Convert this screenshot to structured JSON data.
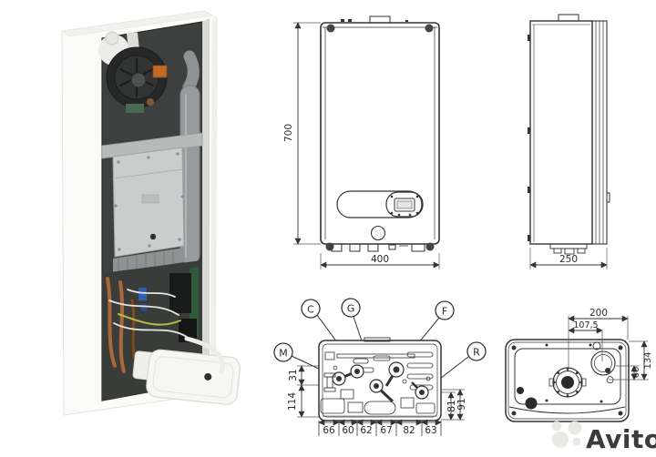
{
  "watermark": {
    "brand": "Avito",
    "color": "#e7e7e3"
  },
  "palette": {
    "line": "#333333",
    "background": "#ffffff"
  },
  "views": {
    "front": {
      "dims": {
        "height": "700",
        "width": "400"
      }
    },
    "side": {
      "dims": {
        "depth": "250"
      }
    },
    "bottom": {
      "labels": {
        "c": "C",
        "g": "G",
        "f": "F",
        "m": "M",
        "r": "R"
      },
      "dims": {
        "left": [
          "31",
          "114"
        ],
        "right": [
          "81",
          "91"
        ],
        "bottom": [
          "66",
          "60",
          "62",
          "67",
          "82",
          "63"
        ]
      }
    },
    "top": {
      "dims": {
        "width": "200",
        "flue_offset": "107,5",
        "depth_a": "134",
        "depth_b": "60"
      }
    }
  }
}
